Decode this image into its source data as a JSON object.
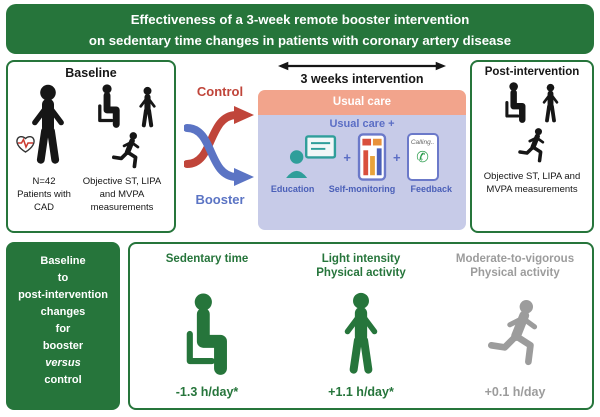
{
  "colors": {
    "green": "#26753b",
    "control_red": "#c0453a",
    "booster_blue": "#5b74c4",
    "usual_care_band": "#f2a48c",
    "usual_care_plus_band": "#c7cbe8",
    "component_text_blue": "#4a5fb8",
    "mvpa_gray": "#9c9c9c"
  },
  "title": {
    "line1": "Effectiveness of a 3-week remote booster intervention",
    "line2": "on sedentary time changes in patients with coronary artery disease"
  },
  "baseline": {
    "title": "Baseline",
    "n": "N=42",
    "population": "Patients with CAD",
    "measurements": "Objective ST, LIPA and MVPA measurements"
  },
  "arms": {
    "control": "Control",
    "booster": "Booster"
  },
  "intervention": {
    "title": "3 weeks intervention",
    "usual_care": "Usual care",
    "usual_care_plus": "Usual care +",
    "plus": "+",
    "calling": "Calling..",
    "components": [
      {
        "label": "Education"
      },
      {
        "label": "Self-monitoring"
      },
      {
        "label": "Feedback"
      }
    ]
  },
  "post": {
    "title": "Post-intervention",
    "measurements": "Objective ST, LIPA and MVPA measurements"
  },
  "summary": {
    "lines": [
      "Baseline",
      "to",
      "post-intervention",
      "changes",
      "for",
      "booster",
      "versus",
      "control"
    ]
  },
  "results": {
    "items": [
      {
        "label1": "Sedentary time",
        "label2": "",
        "value": "-1.3 h/day*"
      },
      {
        "label1": "Light intensity",
        "label2": "Physical activity",
        "value": "+1.1 h/day*"
      },
      {
        "label1": "Moderate-to-vigorous",
        "label2": "Physical activity",
        "value": "+0.1 h/day"
      }
    ]
  }
}
